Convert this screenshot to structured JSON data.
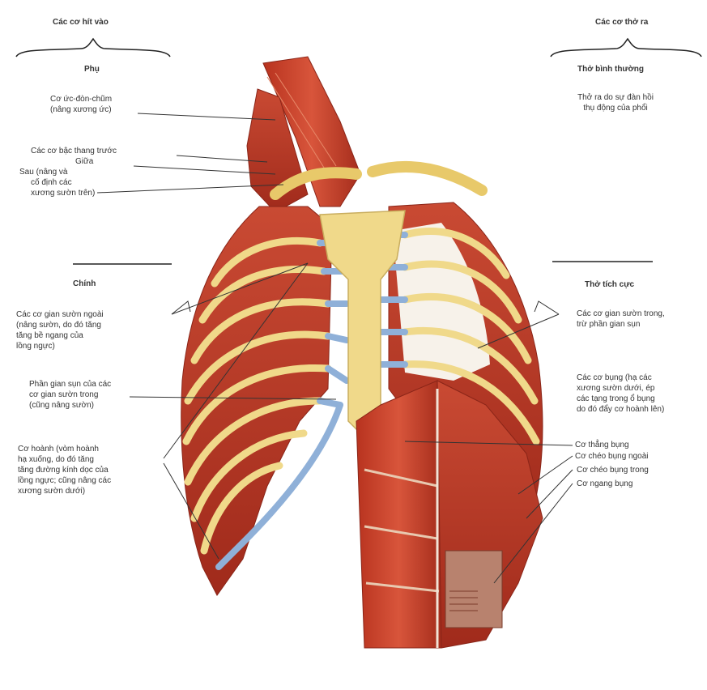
{
  "inspiration": {
    "title": "Các cơ hít vào",
    "quiet": "Phụ",
    "forced": "Chính",
    "labels": {
      "scm": [
        "Cơ ức-đòn-chũm",
        "(nâng xương ức)"
      ],
      "scalenes": [
        "Các cơ bậc thang trước",
        "Giữa",
        "Sau (nâng và",
        "cố định các",
        "xương sườn trên)"
      ],
      "external_intercostals": [
        "Các cơ gian sườn ngoài",
        "(nâng sườn, do đó tăng",
        "tăng bề ngang của",
        "lồng ngực)"
      ],
      "interchondral": [
        "Phần gian sụn của các",
        "cơ gian sườn trong",
        "(cũng nâng sườn)"
      ],
      "diaphragm": [
        "Cơ hoành (vòm hoành",
        "hạ xuống, do đó tăng",
        "tăng đường kính dọc của",
        "lồng ngực; cũng nâng các",
        "xương sườn dưới)"
      ]
    }
  },
  "expiration": {
    "title": "Các cơ thở ra",
    "quiet": "Thở bình thường",
    "quiet_note": [
      "Thở ra do sự đàn hồi",
      "thụ động của phổi"
    ],
    "forced": "Thở tích cực",
    "labels": {
      "internal_intercostals": [
        "Các cơ gian sườn trong,",
        "trừ phần gian sụn"
      ],
      "abdominals": [
        "Các cơ bụng (hạ các",
        "xương sườn dưới, ép",
        "các tạng trong ổ bụng",
        "do đó đẩy cơ hoành lên)"
      ],
      "rectus": "Cơ thẳng bụng",
      "external_oblique": "Cơ chéo bụng ngoài",
      "internal_oblique": "Cơ chéo bụng trong",
      "transversus": "Cơ ngang bụng"
    }
  },
  "colors": {
    "muscle": "#c8402e",
    "muscle_dark": "#9c2a1e",
    "bone": "#f0d98a",
    "cartilage": "#8fb0d8",
    "leader": "#333333"
  }
}
